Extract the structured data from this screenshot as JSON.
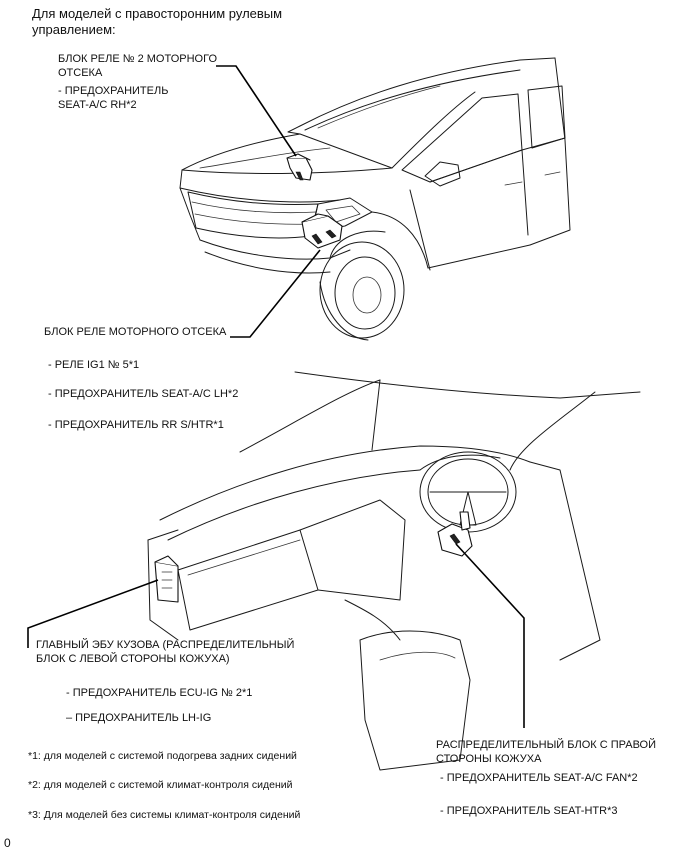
{
  "header": {
    "line1": "Для моделей с правосторонним рулевым",
    "line2": "управлением:"
  },
  "labels": {
    "relay_block_2": {
      "line1": "БЛОК РЕЛЕ № 2 МОТОРНОГО",
      "line2": "ОТСЕКА",
      "item1_line1": "- ПРЕДОХРАНИТЕЛЬ",
      "item1_line2": "SEAT-A/C RH*2"
    },
    "engine_relay_block": {
      "title": "БЛОК РЕЛЕ МОТОРНОГО ОТСЕКА",
      "items": [
        "- РЕЛЕ IG1 № 5*1",
        "- ПРЕДОХРАНИТЕЛЬ SEAT-A/C LH*2",
        "- ПРЕДОХРАНИТЕЛЬ RR S/HTR*1"
      ]
    },
    "main_body_ecu": {
      "line1": "ГЛАВНЫЙ ЭБУ КУЗОВА (РАСПРЕДЕЛИТЕЛЬНЫЙ",
      "line2": "БЛОК С ЛЕВОЙ СТОРОНЫ КОЖУХА)",
      "items": [
        "- ПРЕДОХРАНИТЕЛЬ ECU-IG № 2*1",
        "– ПРЕДОХРАНИТЕЛЬ LH-IG"
      ]
    },
    "right_junction_block": {
      "line1": "РАСПРЕДЕЛИТЕЛЬНЫЙ БЛОК С ПРАВОЙ",
      "line2": "СТОРОНЫ КОЖУХА",
      "items": [
        "- ПРЕДОХРАНИТЕЛЬ SEAT-A/C FAN*2",
        "- ПРЕДОХРАНИТЕЛЬ SEAT-HTR*3"
      ]
    }
  },
  "footnotes": [
    "*1: для моделей с системой подогрева задних сидений",
    "*2: для моделей с системой климат-контроля сидений",
    "*3: Для моделей без системы климат-контроля сидений"
  ],
  "page_marker": "0"
}
